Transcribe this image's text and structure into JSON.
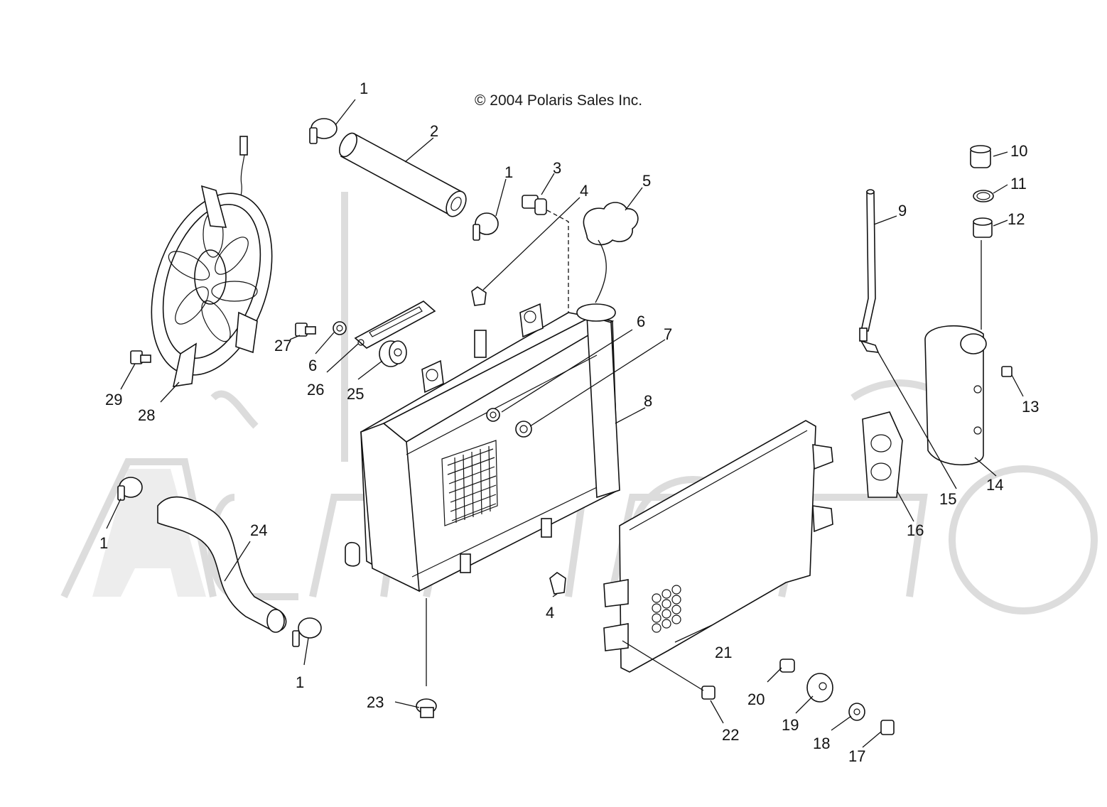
{
  "diagram": {
    "copyright": "© 2004 Polaris Sales Inc.",
    "callouts": [
      "1",
      "2",
      "1",
      "3",
      "4",
      "5",
      "9",
      "10",
      "11",
      "12",
      "27",
      "6",
      "26",
      "25",
      "6",
      "7",
      "8",
      "29",
      "28",
      "13",
      "15",
      "14",
      "16",
      "1",
      "24",
      "4",
      "21",
      "1",
      "23",
      "22",
      "20",
      "19",
      "18",
      "17"
    ]
  }
}
